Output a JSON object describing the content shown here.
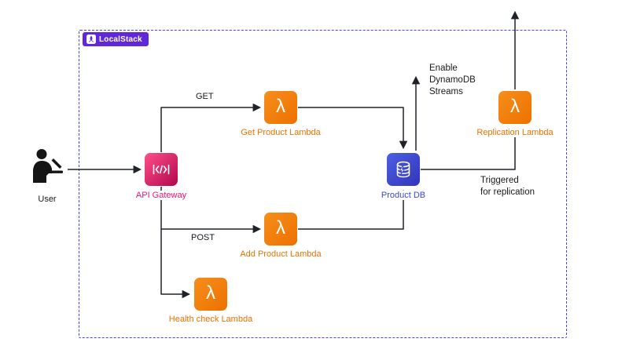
{
  "localstack_badge": {
    "label": "LocalStack",
    "color": "#6028D9"
  },
  "boundary": {
    "style": "dashed",
    "color": "#4843E8"
  },
  "nodes": {
    "user": {
      "label": "User",
      "color": "#17191c"
    },
    "api_gateway": {
      "label": "API Gateway",
      "color": "#E7157B"
    },
    "get_product_lambda": {
      "label": "Get Product Lambda",
      "color": "#ED7100"
    },
    "add_product_lambda": {
      "label": "Add Product Lambda",
      "color": "#ED7100"
    },
    "health_check_lambda": {
      "label": "Health check Lambda",
      "color": "#ED7100"
    },
    "product_db": {
      "label": "Product DB",
      "color": "#3B48CC"
    },
    "replication_lambda": {
      "label": "Replication Lambda",
      "color": "#ED7100"
    }
  },
  "edge_labels": {
    "get": "GET",
    "post": "POST",
    "enable_streams": "Enable\nDynamoDB\nStreams",
    "triggered": "Triggered\nfor replication"
  }
}
